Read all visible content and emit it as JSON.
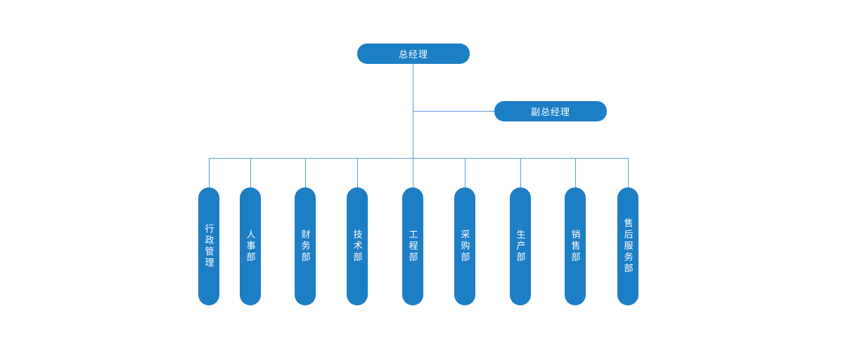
{
  "chart": {
    "type": "org-chart",
    "root": {
      "label": "总经理"
    },
    "deputy": {
      "label": "副总经理"
    },
    "departments": [
      "行政管理",
      "人事部",
      "财务部",
      "技术部",
      "工程部",
      "采购部",
      "生产部",
      "销售部",
      "售后服务部"
    ]
  },
  "colors": {
    "node_fill": "#1c7ec5",
    "connector": "#5b9bd5",
    "node_text": "#ffffff"
  }
}
